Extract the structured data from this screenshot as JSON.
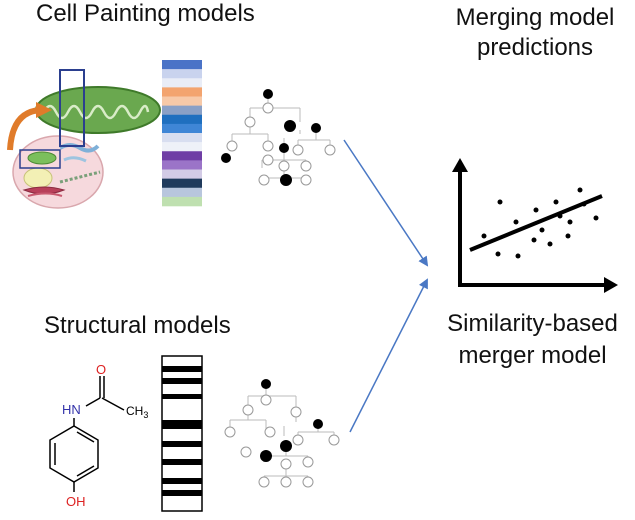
{
  "titles": {
    "cell_painting": "Cell Painting models",
    "structural": "Structural models",
    "merging_line1": "Merging model",
    "merging_line2": "predictions",
    "merger_line1": "Similarity-based",
    "merger_line2": "merger model"
  },
  "molecule": {
    "nh_label": "HN",
    "ch3_label": "CH",
    "ch3_subscript": "3",
    "o_label": "O",
    "oh_label": "OH"
  },
  "colors": {
    "arrow": "#4a78c4",
    "cell_outline": "#2b3f8f",
    "mitochondria": "#6aa84f",
    "curved_arrow": "#e07b2a",
    "nitrogen": "#3333aa",
    "oxygen": "#dd2222",
    "profile_bands": [
      "#4a73c7",
      "#c9d3ee",
      "#e9edf7",
      "#f3a46f",
      "#f7c9a8",
      "#8aa0c6",
      "#1f6fbf",
      "#3f86d6",
      "#d8def0",
      "#eef1f8",
      "#6f3ea5",
      "#9b74c8",
      "#d3cbe6",
      "#1f3a5c",
      "#b8c6dd",
      "#bfe0b0"
    ]
  }
}
